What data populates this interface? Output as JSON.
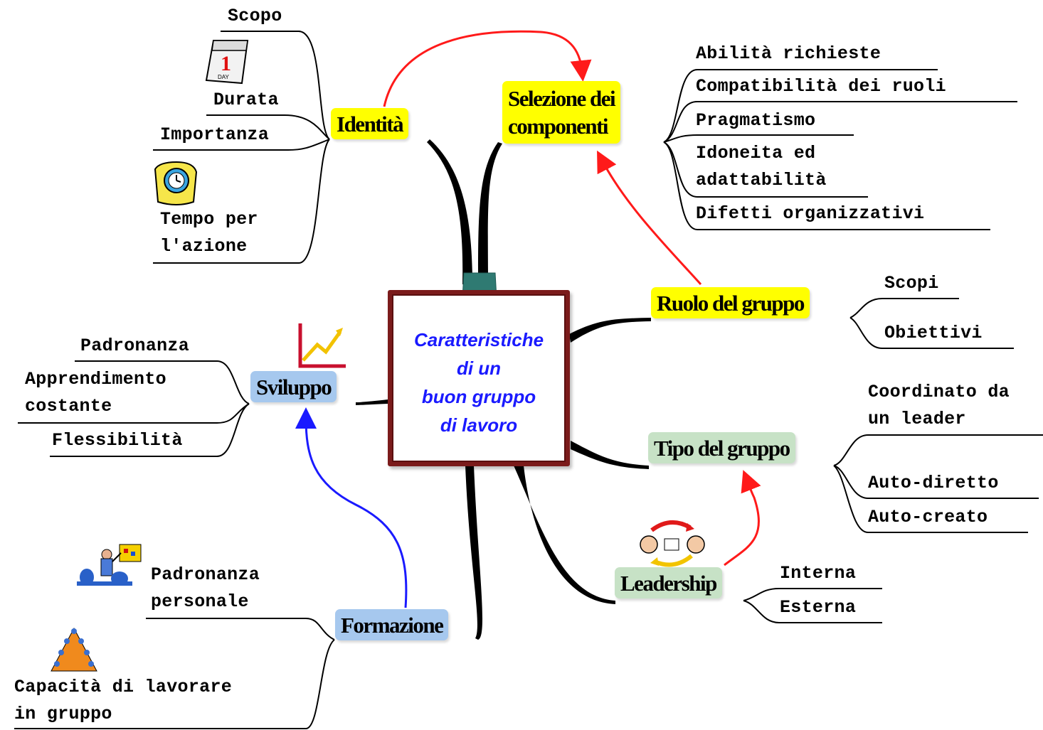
{
  "center": {
    "lines": "Caratteristiche\ndi un\nbuon gruppo\ndi lavoro"
  },
  "nodes": {
    "identita": "Identità",
    "selezione": "Selezione dei\ncomponenti",
    "ruolo": "Ruolo del gruppo",
    "tipo": "Tipo del gruppo",
    "leadership": "Leadership",
    "formazione": "Formazione",
    "sviluppo": "Sviluppo"
  },
  "leaves": {
    "scopo": "Scopo",
    "durata": "Durata",
    "importanza": "Importanza",
    "tempo": "Tempo per\nl'azione",
    "abilita": "Abilità richieste",
    "compatibilita": "Compatibilità dei ruoli",
    "pragmatismo": "Pragmatismo",
    "idoneita": "Idoneita ed\nadattabilità",
    "difetti": "Difetti organizzativi",
    "scopi": "Scopi",
    "obiettivi": "Obiettivi",
    "coordinato": "Coordinato da\nun leader",
    "autodiretto": "Auto-diretto",
    "autocreato": "Auto-creato",
    "interna": "Interna",
    "esterna": "Esterna",
    "padronanza_personale": "Padronanza\npersonale",
    "capacita": "Capacità di lavorare\nin gruppo",
    "padronanza": "Padronanza",
    "apprendimento": "Apprendimento\ncostante",
    "flessibilita": "Flessibilità"
  },
  "icons": [
    "calendar-icon",
    "alarm-clock-icon",
    "growth-chart-icon",
    "presenter-icon",
    "meeting-table-icon",
    "discussion-cycle-icon",
    "clip-icon"
  ],
  "colors": {
    "yellow_node": "#ffff00",
    "blue_node": "#a6c8ee",
    "green_node": "#c7e2c6",
    "center_border": "#7b1b1b",
    "center_text": "#1a1aff",
    "red_arrow": "#ff1a1a",
    "blue_arrow": "#1a1aff",
    "clip": "#2f7a72"
  }
}
